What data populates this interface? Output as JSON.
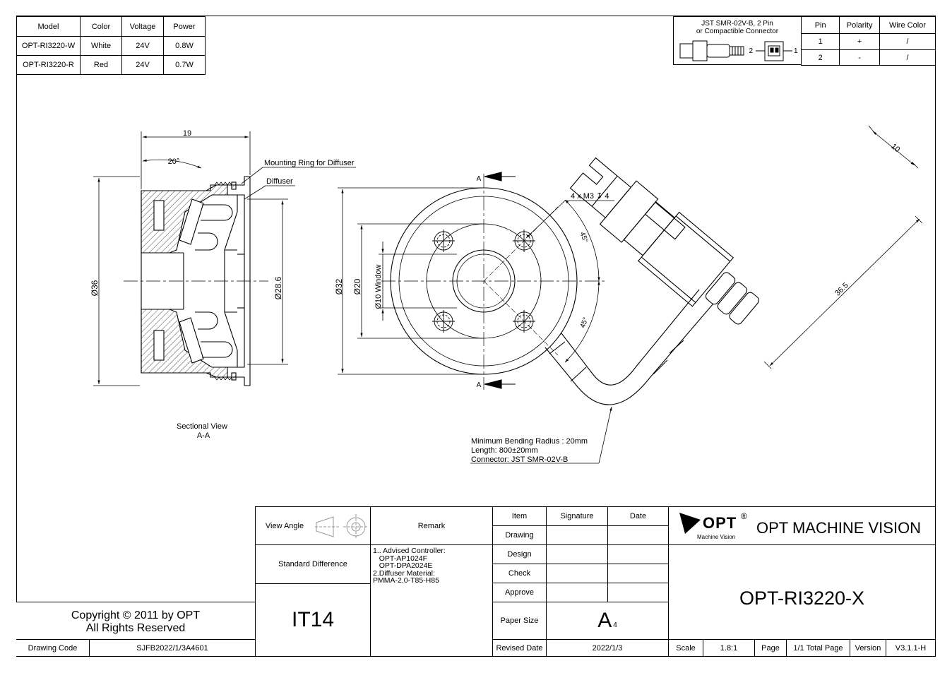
{
  "model_table": {
    "headers": [
      "Model",
      "Color",
      "Voltage",
      "Power"
    ],
    "rows": [
      [
        "OPT-RI3220-W",
        "White",
        "24V",
        "0.8W"
      ],
      [
        "OPT-RI3220-R",
        "Red",
        "24V",
        "0.7W"
      ]
    ]
  },
  "connector_table": {
    "connector_line1": "JST SMR-02V-B, 2 Pin",
    "connector_line2": "or Compactible Connector",
    "headers": [
      "Pin",
      "Polarity",
      "Wire Color"
    ],
    "rows": [
      [
        "1",
        "+",
        "/"
      ],
      [
        "2",
        "-",
        "/"
      ]
    ],
    "pin_label_2": "2",
    "pin_label_1": "1"
  },
  "section_view": {
    "dim_width": "19",
    "dim_angle": "20°",
    "dim_outer": "Ø36",
    "dim_inner": "Ø28.6",
    "label_mounting_ring": "Mounting Ring for Diffuser",
    "label_diffuser": "Diffuser",
    "caption_line1": "Sectional View",
    "caption_line2": "A-A"
  },
  "front_view": {
    "dim_32": "Ø32",
    "dim_20": "Ø20",
    "dim_window": "Ø10 Window",
    "section_mark": "A",
    "hole_note": "4 x M3 ↧ 4",
    "angle_top": "45°",
    "angle_bottom": "45°",
    "dim_10": "10",
    "dim_36_5": "36.5",
    "note_line1": "Minimum Bending Radius : 20mm",
    "note_line2": "Length: 800±20mm",
    "note_line3": "Connector: JST SMR-02V-B"
  },
  "title_block": {
    "view_angle": "View Angle",
    "remark": "Remark",
    "standard_difference": "Standard Difference",
    "remark_lines": [
      "1.. Advised Controller:",
      "   OPT-AP1024F",
      "   OPT-DPA2024E",
      "2.Diffuser Material:",
      "PMMA-2.0-T85-H85"
    ],
    "tolerance": "IT14",
    "item": "Item",
    "signature": "Signature",
    "date": "Date",
    "drawing": "Drawing",
    "design": "Design",
    "check": "Check",
    "approve": "Approve",
    "paper_size_label": "Paper Size",
    "paper_size_value": "A",
    "paper_size_sub": "4",
    "revised_date_label": "Revised Date",
    "revised_date_value": "2022/1/3",
    "logo_text": "OPT",
    "logo_reg": "®",
    "logo_sub": "Machine Vision",
    "company": "OPT MACHINE VISION",
    "product": "OPT-RI3220-X",
    "scale_label": "Scale",
    "scale_value": "1.8:1",
    "page_label": "Page",
    "page_value": "1/1 Total Page",
    "version_label": "Version",
    "version_value": "V3.1.1-H",
    "copyright_line1": "Copyright © 2011 by OPT",
    "copyright_line2": "All Rights Reserved",
    "drawing_code_label": "Drawing Code",
    "drawing_code_value": "SJFB2022/1/3A4601"
  }
}
